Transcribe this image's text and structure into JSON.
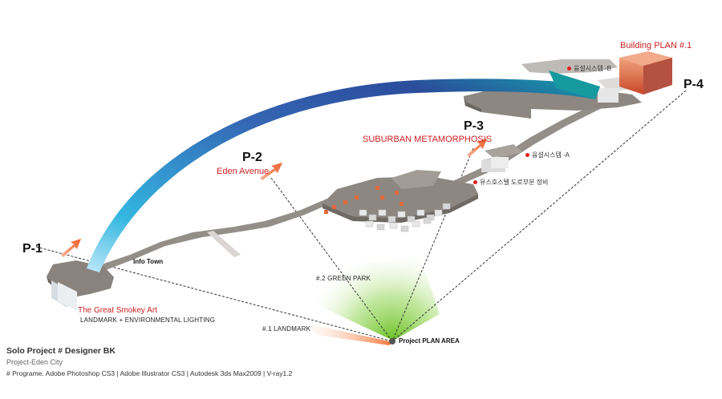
{
  "points": {
    "p1": "P-1",
    "p2": "P-2",
    "p3": "P-3",
    "p4": "P-4"
  },
  "labels": {
    "eden_avenue": "Eden Avenue",
    "suburban": "SUBURBAN METAMORPHOSIS",
    "building_plan": "Building PLAN #.1",
    "info_town": "Info Town",
    "smokey_art": "The Great Smokey Art",
    "landmark_lighting": "LANDMARK + ENVIRONMENTAL LIGHTING",
    "green_park": "#.2 GREEN PARK",
    "landmark1": "#.1 LANDMARK",
    "project_plan_area": "Project PLAN AREA",
    "system_b": "융설시스템 -B",
    "system_a": "융설시스템 -A",
    "road_system": "유스호스텔 도로부분 정비"
  },
  "footer": {
    "title": "Solo Project # Designer BK",
    "subtitle": "Project-Eden City",
    "programs": "# Programe. Adobe Photoshop CS3 | Adobe Illustrator CS3 | Autodesk 3ds Max2009 | V-ray1.2"
  },
  "colors": {
    "accent_red": "#cc1f1f",
    "arrow_orange": "#f07040",
    "arc_blue": "#2a4a9a",
    "arc_cyan": "#1ab0d8",
    "green_zone": "#7ac832",
    "building_orange": "#e06a3c",
    "platform_gray": "#8a8580"
  }
}
